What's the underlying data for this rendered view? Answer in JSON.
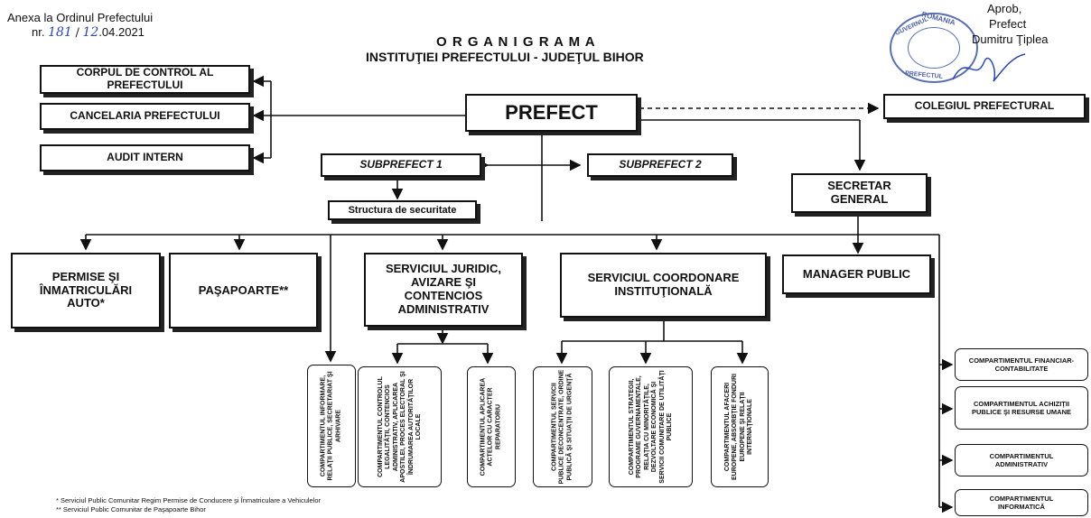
{
  "header": {
    "annex_line1": "Anexa la Ordinul Prefectului",
    "annex_line2_prefix": "nr.",
    "annex_number": "181",
    "annex_date_day": "12",
    "annex_date_rest": ".04.2021",
    "title": "O R G A N I G R A M A",
    "subtitle": "INSTITUŢIEI PREFECTULUI - JUDEŢUL BIHOR",
    "approve_line1": "Aprob,",
    "approve_line2": "Prefect",
    "approve_line3": "Dumitru Ţiplea",
    "stamp_top": "ROMANIA",
    "stamp_left": "GUVERNUL",
    "stamp_bottom": "PREFECTUL"
  },
  "boxes": {
    "corp_control": "CORPUL DE CONTROL AL PREFECTULUI",
    "cancelaria": "CANCELARIA PREFECTULUI",
    "audit": "AUDIT INTERN",
    "prefect": "PREFECT",
    "colegiul": "COLEGIUL PREFECTURAL",
    "subprefect1": "SUBPREFECT 1",
    "subprefect2": "SUBPREFECT 2",
    "securitate": "Structura de securitate",
    "secretar": "SECRETAR GENERAL",
    "permise": "PERMISE ŞI ÎNMATRICULĂRI AUTO*",
    "pasapoarte": "PAŞAPOARTE**",
    "juridic": "SERVICIUL JURIDIC, AVIZARE ŞI CONTENCIOS ADMINISTRATIV",
    "coordonare": "SERVICIUL COORDONARE INSTITUŢIONALĂ",
    "manager": "MANAGER PUBLIC"
  },
  "vertical_boxes": {
    "informare": "COMPARTIMENTUL INFORMARE, RELAŢII PUBLICE, SECRETARIAT ŞI ARHIVARE",
    "legalitate": "COMPARTIMENTUL CONTROLUL LEGALITĂŢII, CONTENCIOS ADMINISTRATIV, APLICAREA APOSTILEI, PROCES ELECTORAL ŞI ÎNDRUMAREA AUTORITĂŢILOR LOCALE",
    "reparatoriu": "COMPARTIMENTUL APLICAREA ACTELOR CU CARACTER REPARATORIU",
    "servicii": "COMPARTIMENTUL SERVICII PUBLICE DECONCENTRATE, ORDINE PUBLICĂ ŞI SITUAŢII DE URGENŢĂ",
    "strategii": "COMPARTIMENTUL STRATEGII, PROGRAME GUVERNAMENTALE, RELAŢIA CU MINORITĂŢILE, DEZVOLTARE ECONOMICĂ ŞI SERVICII COMUNITARE DE UTILITĂŢI PUBLICE",
    "afaceri": "COMPARTIMENTUL AFACERI EUROPENE, ABSORBŢIE FONDURI EUROPENE ŞI RELAŢII INTERNAŢIONALE"
  },
  "right_boxes": {
    "financiar": "COMPARTIMENTUL FINANCIAR-CONTABILITATE",
    "achizitii": "COMPARTIMENTUL ACHIZIŢII PUBLICE ŞI RESURSE UMANE",
    "administrativ": "COMPARTIMENTUL ADMINISTRATIV",
    "informatica": "COMPARTIMENTUL INFORMATICĂ"
  },
  "footnotes": {
    "note1": "* Serviciul Public Comunitar Regim Permise de Conducere şi Înmatriculare a Vehiculelor",
    "note2": "** Serviciul Public Comunitar de Paşapoarte Bihor"
  }
}
